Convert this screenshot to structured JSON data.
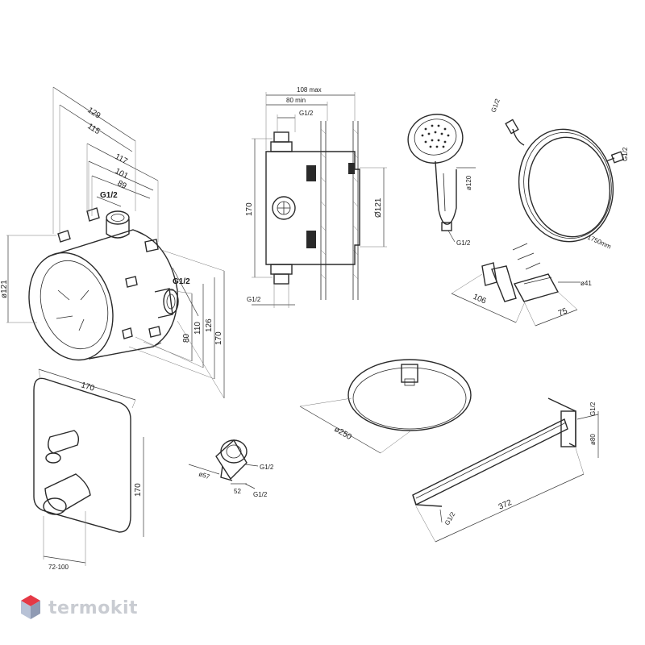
{
  "brand": {
    "name": "termokit",
    "colors": {
      "logo_top": "#e53946",
      "logo_left": "#b8c2d6",
      "logo_right": "#8f9ab3",
      "text": "#c9ccd2"
    }
  },
  "mixer_box": {
    "dims": [
      "129",
      "115",
      "117",
      "101",
      "89",
      "G1/2",
      "G1/2",
      "ø121",
      "80",
      "110",
      "126",
      "170"
    ]
  },
  "side_section": {
    "dims": [
      "108 max",
      "80 min",
      "G1/2",
      "170",
      "Ø121",
      "G1/2"
    ]
  },
  "hand_shower": {
    "dims": [
      "ø120",
      "G1/2"
    ]
  },
  "hose": {
    "dims": [
      "G1/2",
      "G1/2",
      "1750mm"
    ]
  },
  "holder": {
    "dims": [
      "106",
      "75",
      "ø41"
    ]
  },
  "trim_plate": {
    "dims": [
      "170",
      "170",
      "72-100"
    ]
  },
  "wall_outlet": {
    "dims": [
      "G1/2",
      "ø57",
      "52",
      "G1/2"
    ]
  },
  "head_shower": {
    "dims": [
      "ø250"
    ]
  },
  "shower_arm": {
    "dims": [
      "G1/2",
      "ø80",
      "372",
      "G1/2"
    ]
  }
}
